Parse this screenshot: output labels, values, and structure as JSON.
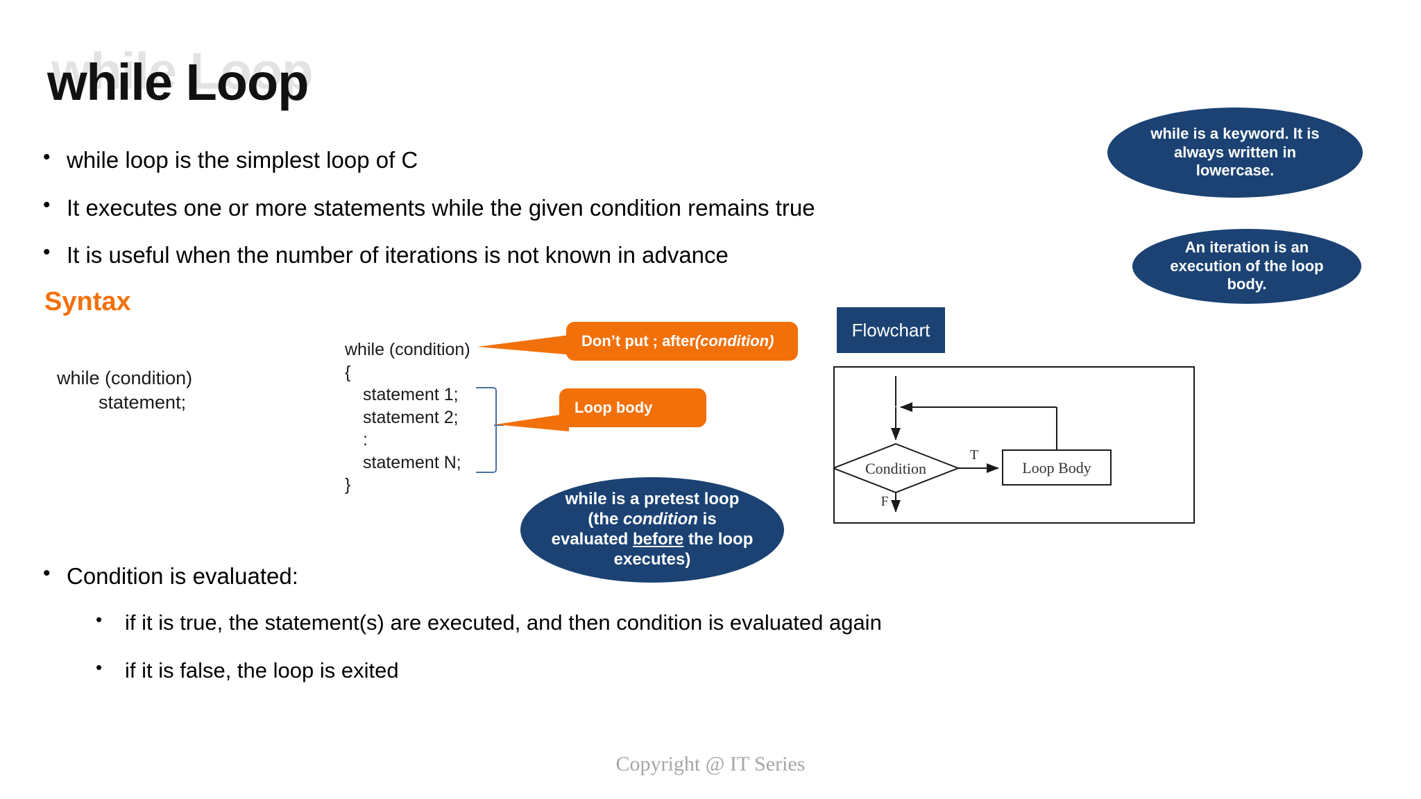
{
  "slide": {
    "title": "while Loop",
    "syntax_heading": "Syntax",
    "footer": "Copyright @ IT Series"
  },
  "top_bullets": [
    {
      "marker": "•",
      "text": "while loop is the simplest loop of C"
    },
    {
      "marker": "•",
      "text": "It executes one or more statements while the given condition remains true"
    },
    {
      "marker": "•",
      "text": "It is useful when the number of iterations is not known in advance"
    }
  ],
  "left_syntax": {
    "line1": "while (condition)",
    "line2": "        statement;"
  },
  "code_block": {
    "line1": "while (condition)",
    "line2": "{",
    "line3": "statement 1;",
    "line4": "statement 2;",
    "line5": ":",
    "line6": "statement N;",
    "line7": "}"
  },
  "orange_callouts": [
    {
      "name": "dont-put-semicolon",
      "text_plain": "Don’t put ;  after ",
      "text_italic": "(condition)",
      "color": "#F2700A"
    },
    {
      "name": "loop-body",
      "text_plain": "Loop body",
      "color": "#F2700A"
    }
  ],
  "navy_ovals": [
    {
      "name": "keyword-note",
      "text": "while is a keyword. It is always written in lowercase.",
      "color": "#1B4273"
    },
    {
      "name": "iteration-note",
      "text": "An iteration is an execution of the loop body.",
      "color": "#1B4273"
    },
    {
      "name": "pretest-note",
      "part1": "while is a pretest loop (the ",
      "part2_italic": "condition",
      "part3": " is evaluated ",
      "part4_underline": "before",
      "part5": " the loop executes)",
      "color": "#1B4273"
    }
  ],
  "flowchart": {
    "label": "Flowchart",
    "label_color": "#1B4273",
    "decision_text": "Condition",
    "process_text": "Loop Body",
    "true_branch_label": "T",
    "false_branch_label": "F"
  },
  "bottom_bullets": [
    {
      "marker": "•",
      "text": "Condition is evaluated:"
    },
    {
      "marker": "•",
      "text": "if it is true, the statement(s) are executed, and then condition is evaluated again"
    },
    {
      "marker": "•",
      "text": "if it is false, the loop is exited"
    }
  ]
}
